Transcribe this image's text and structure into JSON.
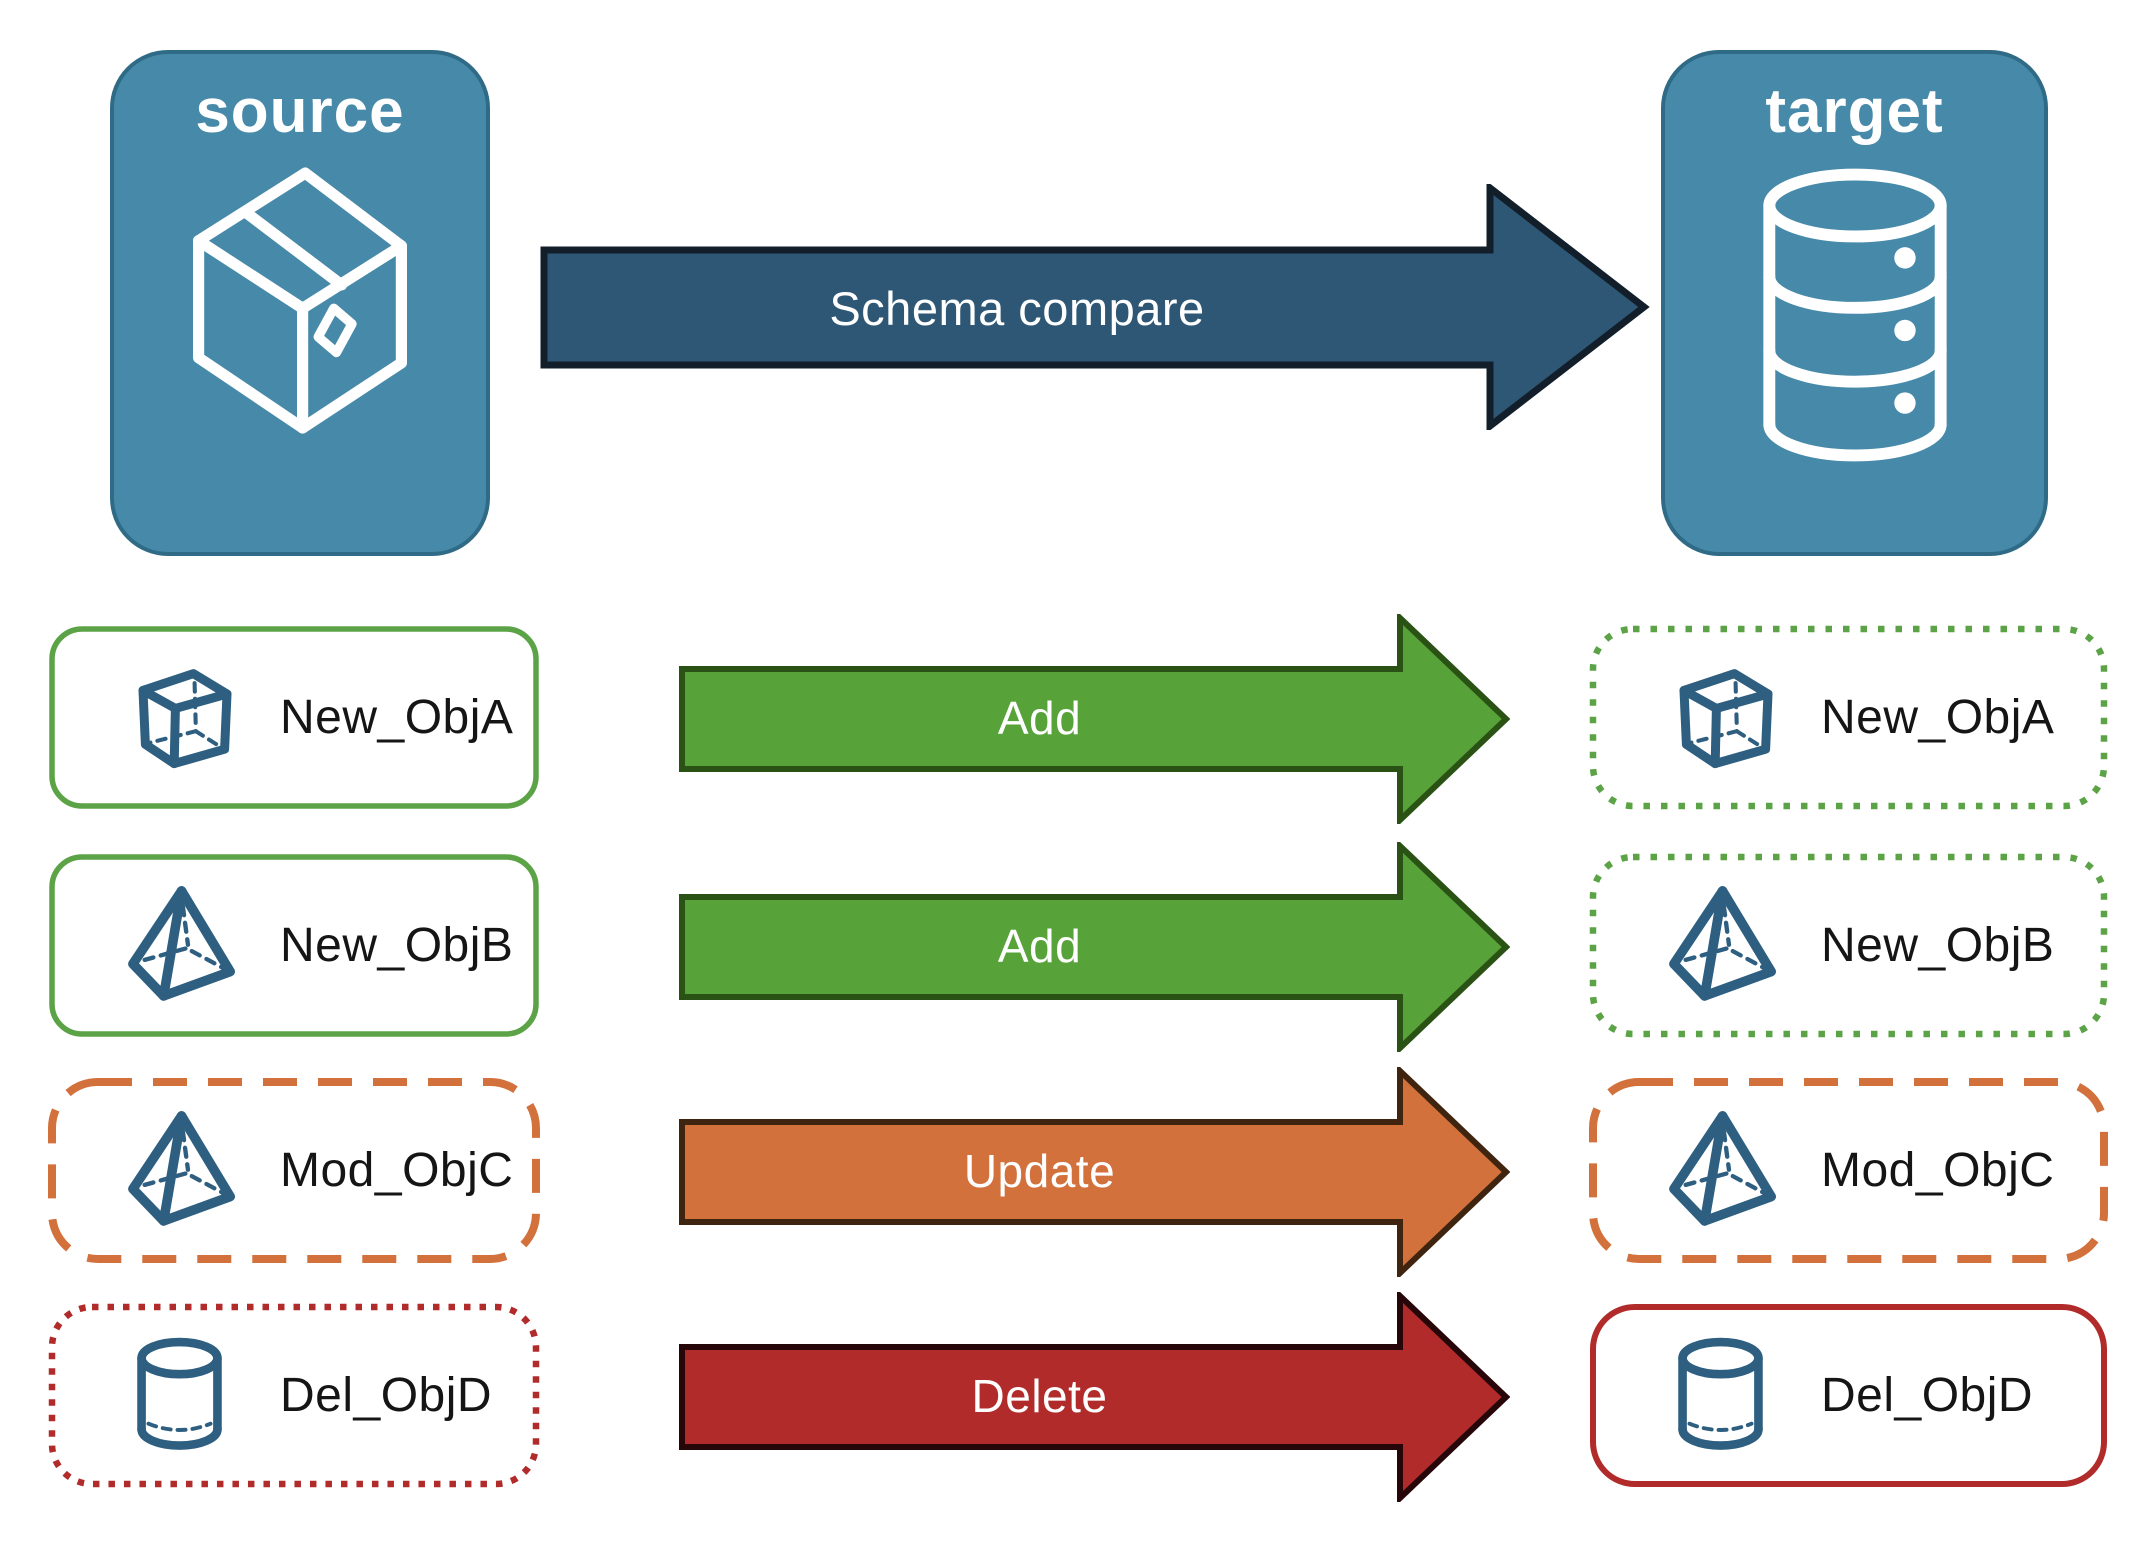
{
  "palette": {
    "node_blue_fill": "#4789A9",
    "node_blue_border": "#2F6B86",
    "compare_arrow_fill": "#2D5775",
    "compare_arrow_outline": "#121F2A",
    "add_green_fill": "#58A23A",
    "add_green_outline": "#2A5214",
    "green_box_border": "#5BA346",
    "update_orange_fill": "#D2713C",
    "update_orange_outline": "#3F2410",
    "orange_box_border": "#D2713C",
    "delete_red_fill": "#B12B2B",
    "delete_red_outline": "#270609",
    "red_box_border": "#B12B2B",
    "object_icon_blue": "#2E5F80",
    "label_text": "#151515",
    "white_text": "#FFFFFF"
  },
  "nodes": {
    "source": {
      "label": "source",
      "icon": "package-icon"
    },
    "target": {
      "label": "target",
      "icon": "database-icon"
    },
    "compare": {
      "label": "Schema compare"
    }
  },
  "rows": [
    {
      "source": {
        "label": "New_ObjA",
        "icon": "cube-icon",
        "border_style": "solid-green"
      },
      "action": {
        "label": "Add",
        "color": "#58A23A"
      },
      "target": {
        "label": "New_ObjA",
        "icon": "cube-icon",
        "border_style": "dotted-green"
      }
    },
    {
      "source": {
        "label": "New_ObjB",
        "icon": "pyramid-icon",
        "border_style": "solid-green"
      },
      "action": {
        "label": "Add",
        "color": "#58A23A"
      },
      "target": {
        "label": "New_ObjB",
        "icon": "pyramid-icon",
        "border_style": "dotted-green"
      }
    },
    {
      "source": {
        "label": "Mod_ObjC",
        "icon": "pyramid-icon",
        "border_style": "dashed-orange"
      },
      "action": {
        "label": "Update",
        "color": "#D2713C"
      },
      "target": {
        "label": "Mod_ObjC",
        "icon": "pyramid-icon",
        "border_style": "dashed-orange"
      }
    },
    {
      "source": {
        "label": "Del_ObjD",
        "icon": "cylinder-icon",
        "border_style": "dotted-red"
      },
      "action": {
        "label": "Delete",
        "color": "#B12B2B"
      },
      "target": {
        "label": "Del_ObjD",
        "icon": "cylinder-icon",
        "border_style": "solid-red"
      }
    }
  ]
}
